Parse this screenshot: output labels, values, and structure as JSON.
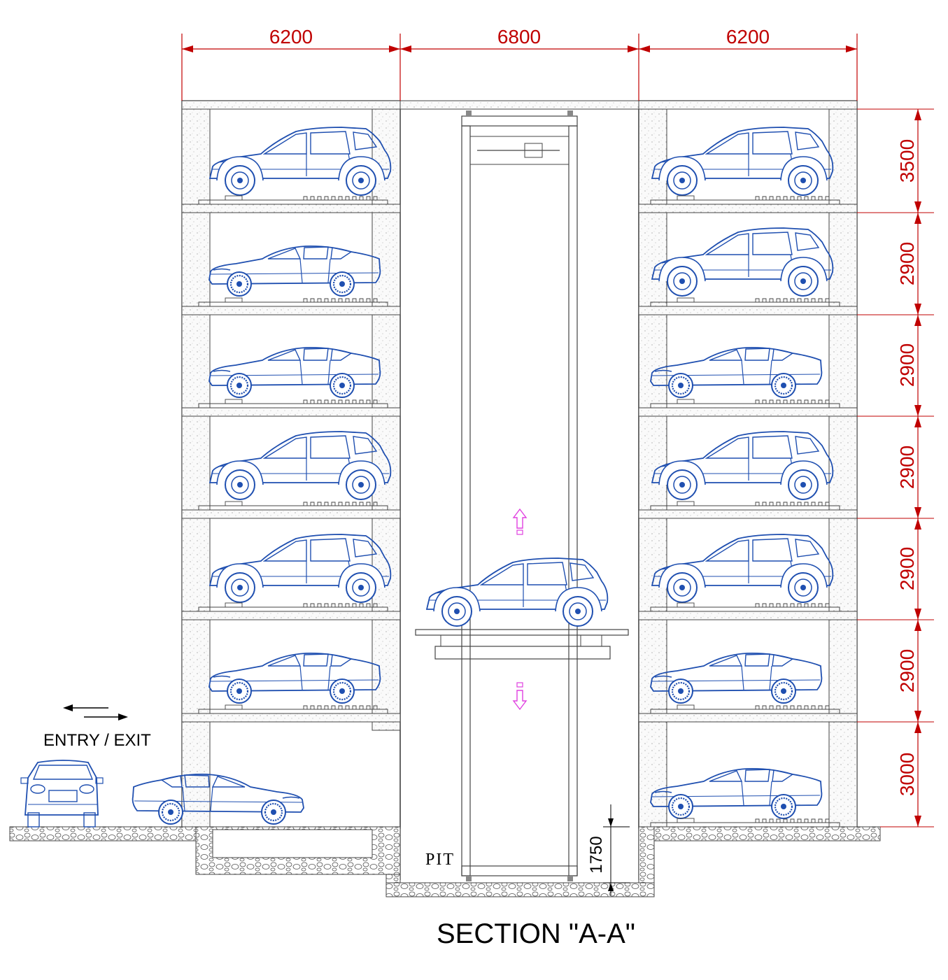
{
  "title": "SECTION \"A-A\"",
  "entry_label": "ENTRY / EXIT",
  "pit_label": "PIT",
  "pit_depth": "1750",
  "horizontal_dims": [
    "6200",
    "6800",
    "6200"
  ],
  "vertical_dims": [
    "3500",
    "2900",
    "2900",
    "2900",
    "2900",
    "2900",
    "3000"
  ],
  "colors": {
    "dimension": "#c00000",
    "car_outline": "#1f4fb0",
    "structure": "#444444",
    "arrow": "#e040e0"
  },
  "left_bay_cars": [
    "suv",
    "sedan",
    "sedan",
    "suv",
    "suv",
    "sedan",
    "empty"
  ],
  "right_bay_cars": [
    "suv",
    "suv",
    "sedan",
    "suv",
    "suv",
    "sedan",
    "sedan"
  ]
}
